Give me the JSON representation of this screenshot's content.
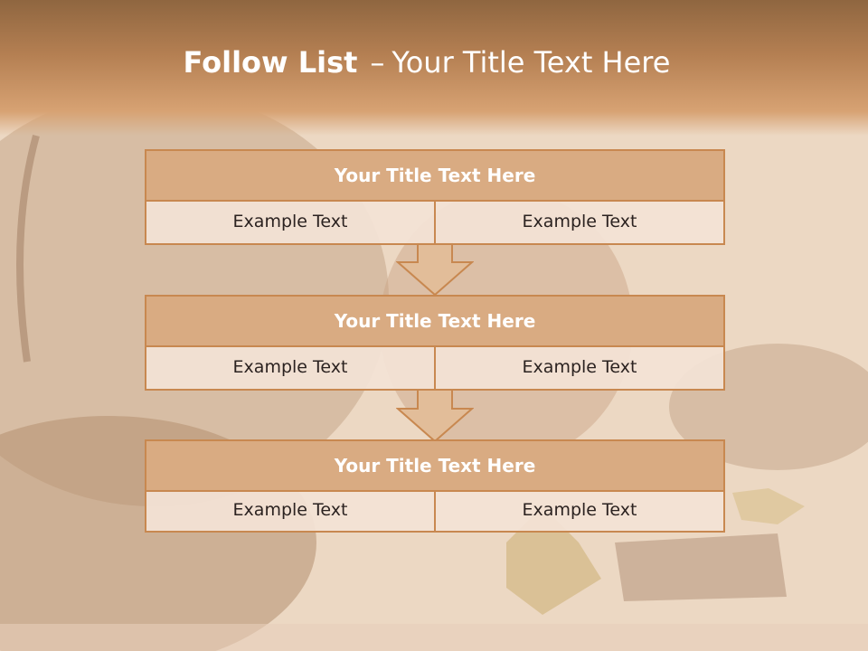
{
  "slide": {
    "title_bold": "Follow List",
    "title_dash": "–",
    "title_rest": "Your Title Text Here"
  },
  "blocks": [
    {
      "title": "Your Title Text Here",
      "left": "Example Text",
      "right": "Example Text"
    },
    {
      "title": "Your Title Text Here",
      "left": "Example Text",
      "right": "Example Text"
    },
    {
      "title": "Your Title Text Here",
      "left": "Example Text",
      "right": "Example Text"
    }
  ],
  "colors": {
    "header": "#b47f52",
    "block_fill": "#d9ab82",
    "block_border": "#c88850",
    "cell_fill": "#f3e2d5"
  },
  "icons": [
    "down-arrow-icon",
    "down-arrow-icon"
  ]
}
